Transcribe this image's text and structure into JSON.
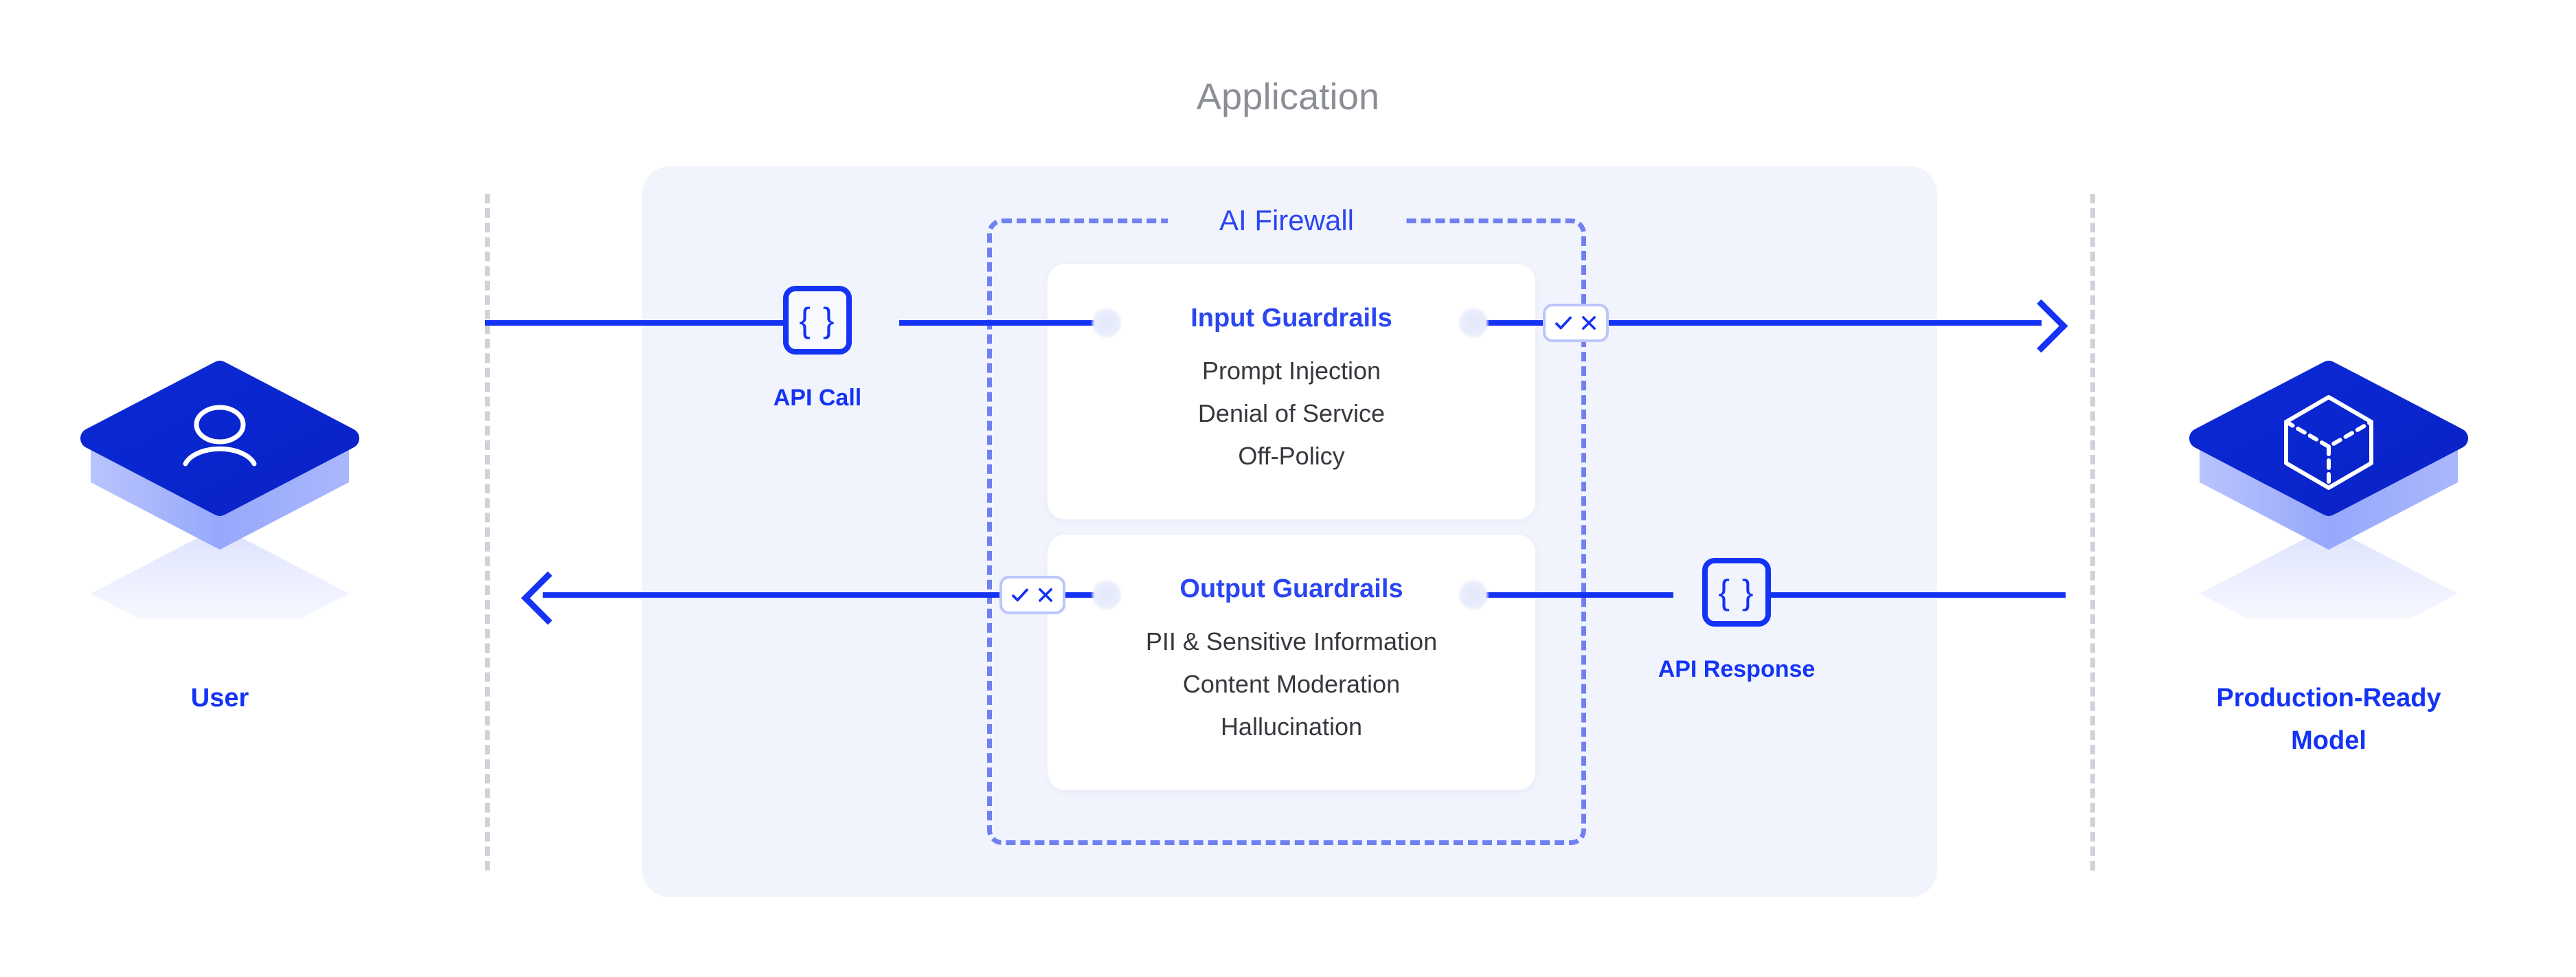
{
  "diagram": {
    "title": "Application",
    "firewall": {
      "title": "AI Firewall"
    },
    "nodes": {
      "user": {
        "label": "User",
        "icon": "user-isometric-icon"
      },
      "model": {
        "label": "Production-Ready\nModel",
        "label_line1": "Production-Ready",
        "label_line2": "Model",
        "icon": "cube-isometric-icon"
      }
    },
    "api": {
      "call": {
        "label": "API Call",
        "glyph": "{ }",
        "icon": "braces-icon"
      },
      "response": {
        "label": "API Response",
        "glyph": "{ }",
        "icon": "braces-icon"
      }
    },
    "cards": [
      {
        "id": "input-guardrails",
        "title": "Input Guardrails",
        "items": [
          "Prompt Injection",
          "Denial of Service",
          "Off-Policy"
        ]
      },
      {
        "id": "output-guardrails",
        "title": "Output Guardrails",
        "items": [
          "PII & Sensitive Information",
          "Content Moderation",
          "Hallucination"
        ]
      }
    ],
    "badges": [
      {
        "id": "input-verdict-badge",
        "icons": [
          "check-icon",
          "x-icon"
        ]
      },
      {
        "id": "output-verdict-badge",
        "icons": [
          "check-icon",
          "x-icon"
        ]
      }
    ],
    "colors": {
      "flow_line": "#1433F5",
      "accent_blue": "#1433F5",
      "firewall_dashed": "#7080F0",
      "firewall_title": "#2B46F0",
      "panel_bg": "#F1F4FD",
      "card_bg": "#FFFFFF",
      "card_text": "#35383D",
      "title_gray": "#8B8E95",
      "boundary_dash": "#CFD2D8",
      "iso_top": "#0A2BD4",
      "iso_side": "#9AAAFC",
      "badge_border": "#BCC6FB"
    }
  }
}
